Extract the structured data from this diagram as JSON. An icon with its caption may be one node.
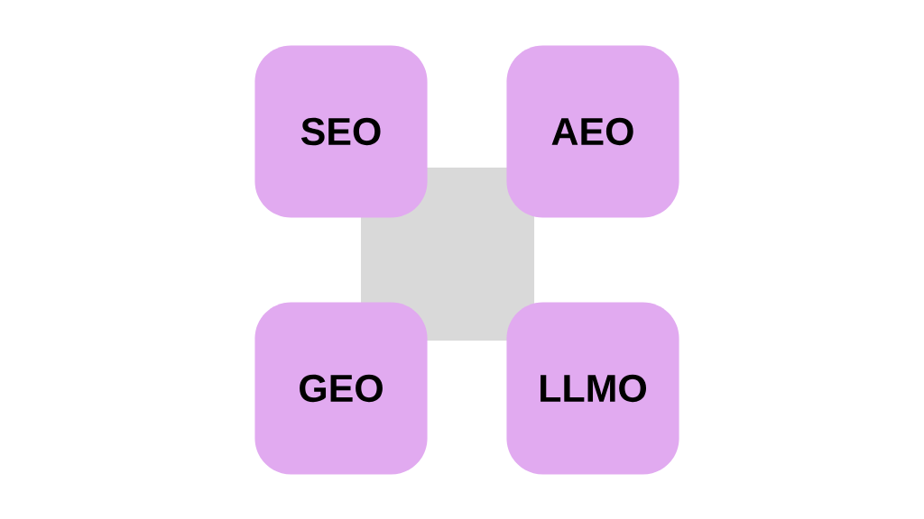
{
  "diagram": {
    "nodes": [
      {
        "text": [
          "SEO"
        ]
      },
      {
        "text": [
          "AEO"
        ]
      },
      {
        "text": [],
        "shape": "box"
      },
      {
        "text": [
          "GEO"
        ]
      },
      {
        "text": [
          "LLMO"
        ]
      }
    ]
  }
}
